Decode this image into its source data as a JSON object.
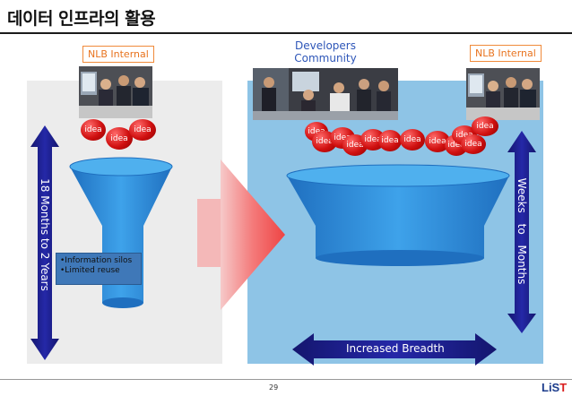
{
  "header": {
    "title": "데이터 인프라의 활용"
  },
  "labels": {
    "nlb_left": "NLB Internal",
    "nlb_right": "NLB Internal",
    "developers_community": "Developers Community"
  },
  "idea_label": "idea",
  "left_side": {
    "timeline": "18 Months to 2 Years",
    "notes": [
      "•Information silos",
      "•Limited reuse"
    ]
  },
  "right_side": {
    "timeline": "Weeks to Months",
    "breadth": "Increased Breadth"
  },
  "footer": {
    "page_number": "29",
    "logo_main": "LiS",
    "logo_accent": "T"
  },
  "colors": {
    "funnel_blue": "#2f8fd8",
    "panel_blue": "#8ec4e6",
    "arrow_navy": "#1d1f8e",
    "idea_red": "#d01010",
    "label_orange": "#e8731e"
  }
}
